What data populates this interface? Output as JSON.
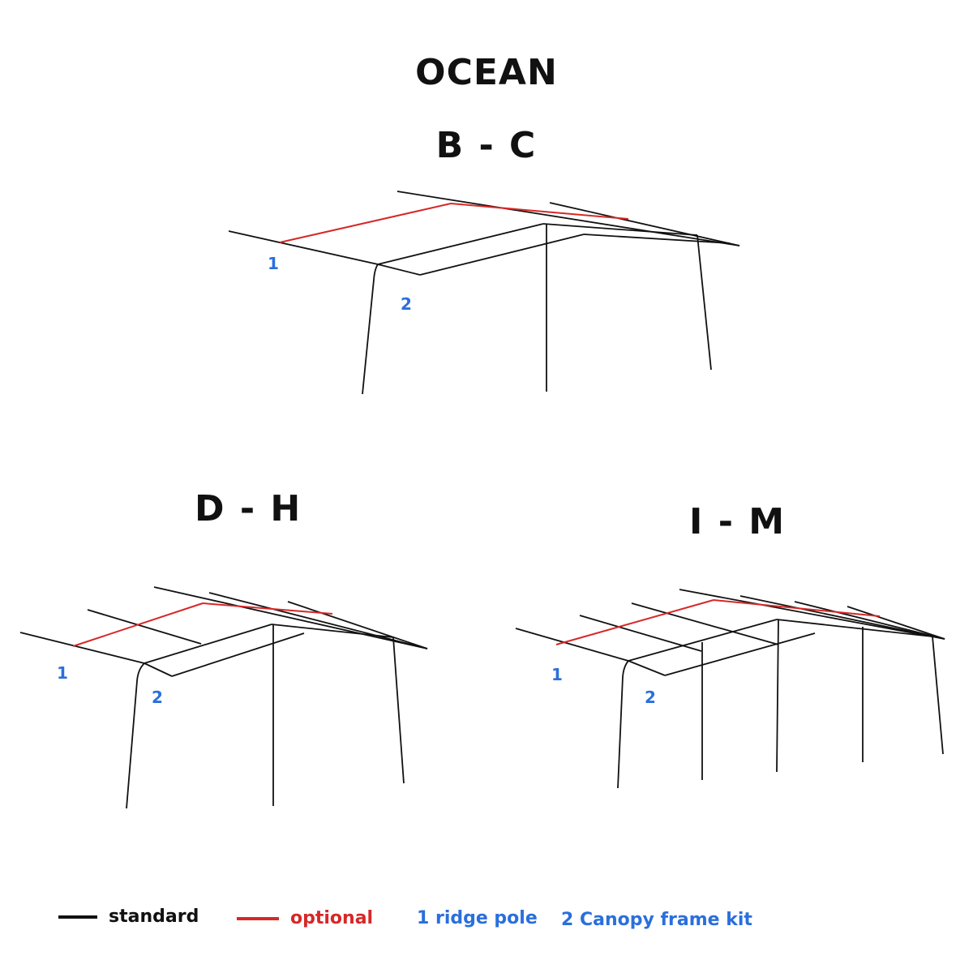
{
  "title": "OCEAN",
  "groups": [
    {
      "label": "B - C",
      "marker1": "1",
      "marker2": "2"
    },
    {
      "label": "D - H",
      "marker1": "1",
      "marker2": "2"
    },
    {
      "label": "I - M",
      "marker1": "1",
      "marker2": "2"
    }
  ],
  "legend": {
    "standard": "standard",
    "optional": "optional",
    "ridge": "1 ridge pole",
    "canopy": "2 Canopy frame kit"
  },
  "colors": {
    "standard": "#111111",
    "optional": "#d62828",
    "label": "#2a6fdc"
  }
}
